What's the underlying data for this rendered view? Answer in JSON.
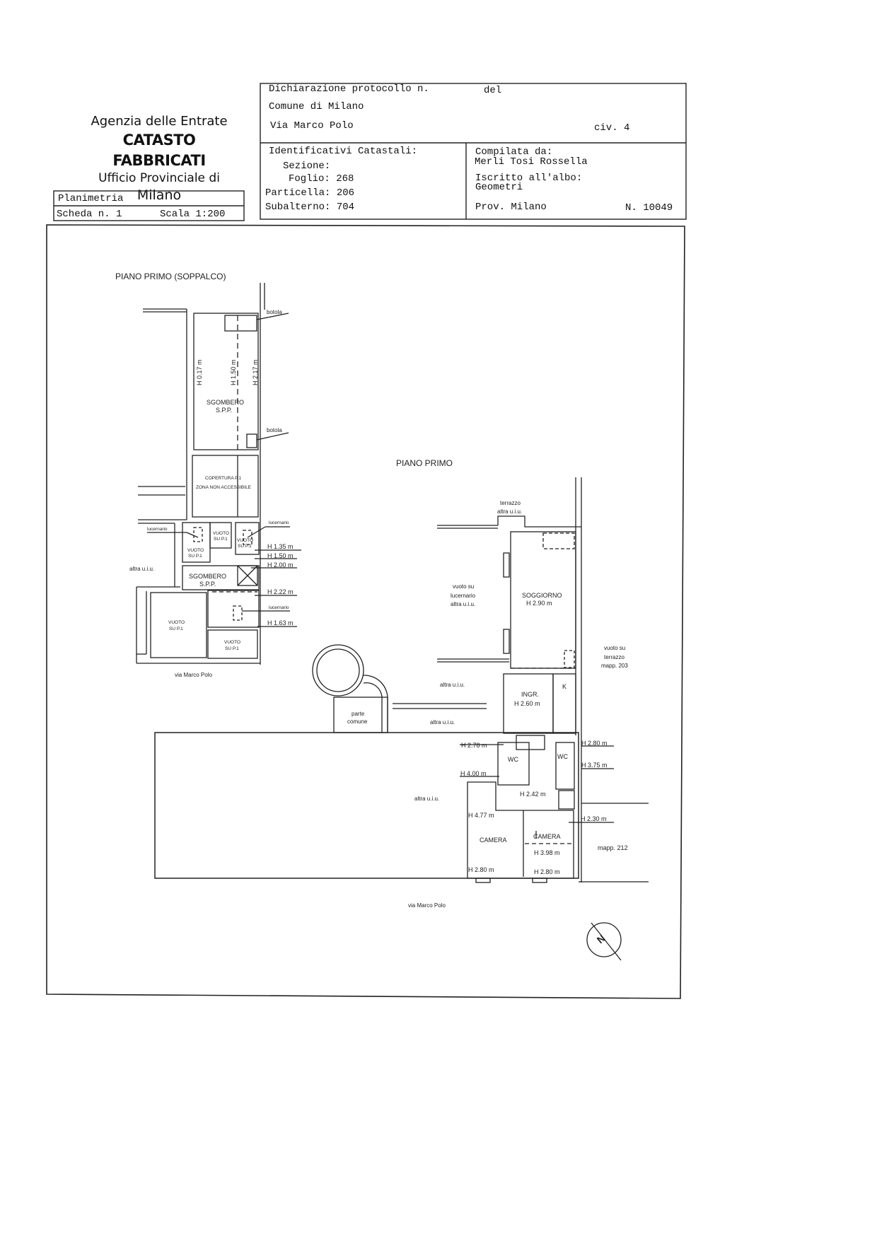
{
  "header": {
    "agency": "Agenzia delle Entrate",
    "department": "CATASTO FABBRICATI",
    "office": "Ufficio Provinciale di",
    "city": "Milano",
    "doc_type": "Planimetria",
    "scheda": "Scheda n. 1",
    "scale": "Scala 1:200",
    "declaration": "Dichiarazione protocollo n.",
    "del": "del",
    "comune": "Comune di Milano",
    "address": "Via Marco Polo",
    "civ": "civ. 4",
    "identifiers_title": "Identificativi Catastali:",
    "sezione": "Sezione:",
    "foglio": "Foglio: 268",
    "particella": "Particella: 206",
    "subalterno": "Subalterno: 704",
    "compiled_by_label": "Compilata da:",
    "compiled_by": "Merli Tosi Rossella",
    "albo_label": "Iscritto all'albo:",
    "albo": "Geometri",
    "prov": "Prov. Milano",
    "number": "N. 10049"
  },
  "soppalco": {
    "title": "PIANO PRIMO (SOPPALCO)",
    "botola1": "botola",
    "botola2": "botola",
    "h017": "H 0.17 m",
    "h150v": "H 1.50 m",
    "h217": "H 2.17 m",
    "sgombero1": "SGOMBERO",
    "spp1": "S.P.P.",
    "copertura": "COPERTURA P.1",
    "non_accessibile": "ZONA NON ACCESSIBILE",
    "lucernario1": "lucernario",
    "lucernario2": "lucernario",
    "lucernario3": "lucernario",
    "vuoto1": "VUOTO",
    "sup1": "SU P.1",
    "vuoto2": "VUOTO",
    "sup2": "SU P.1",
    "vuoto3": "VUOTO",
    "sup3": "SU P.1",
    "vuoto4": "VUOTO",
    "sup4": "SU P.1",
    "vuoto5": "VUOTO",
    "sup5": "SU P.1",
    "h135": "H 1.35 m",
    "h150": "H 1.50 m",
    "h200": "H 2.00 m",
    "h222": "H 2.22 m",
    "h163": "H 1.63 m",
    "sgombero2": "SGOMBERO",
    "spp2": "S.P.P.",
    "altra": "altra u.i.u.",
    "street": "via Marco Polo"
  },
  "primo": {
    "title": "PIANO PRIMO",
    "terrazzo": "terrazzo",
    "terrazzo_altra": "altra u.i.u.",
    "vuoto_su": "vuoto su",
    "lucernario": "lucernario",
    "lucernario_altra": "altra u.i.u.",
    "soggiorno": "SOGGIORNO",
    "h290": "H 2.90 m",
    "vuoto_terrazzo1": "vuoto su",
    "vuoto_terrazzo2": "terrazzo",
    "mapp203": "mapp. 203",
    "altra1": "altra u.i.u.",
    "ingr": "INGR.",
    "h260": "H 2.60 m",
    "k": "K",
    "parte": "parte",
    "comune": "comune",
    "altra2": "altra u.i.u.",
    "h278": "H 2.78 m",
    "h280a": "H 2.80 m",
    "wc1": "WC",
    "wc2": "WC",
    "h375": "H 3.75 m",
    "h400": "H 4.00 m",
    "h242": "H 2.42 m",
    "altra3": "altra u.i.u.",
    "h477": "H 4.77 m",
    "h230": "H 2.30 m",
    "camera1": "CAMERA",
    "camera2": "CAMERA",
    "h398": "H 3.98 m",
    "mapp212": "mapp. 212",
    "h280b": "H 2.80 m",
    "h280c": "H 2.80 m",
    "street": "via Marco Polo",
    "north": "N"
  }
}
